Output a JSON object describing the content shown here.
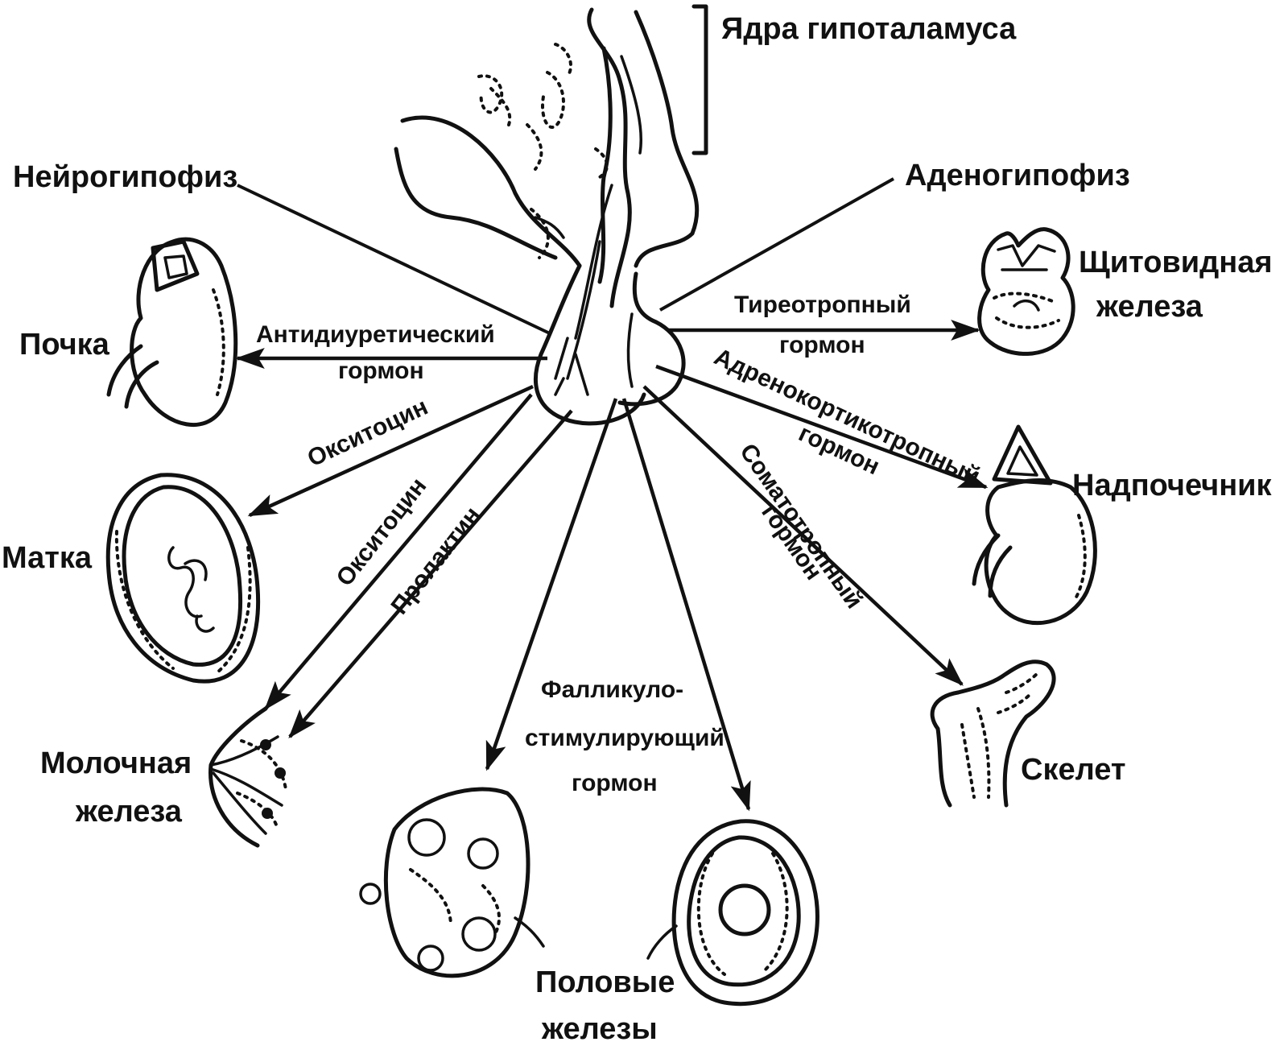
{
  "parts": {
    "hypothalamus_nuclei": "Ядра гипоталамуса",
    "neurohypophysis": "Нейрогипофиз",
    "adenohypophysis": "Аденогипофиз"
  },
  "organs": {
    "kidney": "Почка",
    "uterus": "Матка",
    "mammary_line1": "Молочная",
    "mammary_line2": "железа",
    "gonads_line1": "Половые",
    "gonads_line2": "железы",
    "thyroid_line1": "Щитовидная",
    "thyroid_line2": "железа",
    "adrenal": "Надпочечник",
    "skeleton": "Скелет"
  },
  "hormones": {
    "adh_line1": "Антидиуретический",
    "adh_line2": "гормон",
    "oxytocin_uterus": "Окситоцин",
    "oxytocin_mammary": "Окситоцин",
    "prolactin": "Пролактин",
    "fsh_line1": "Фалликуло-",
    "fsh_line2": "стимулирующий",
    "fsh_line3": "гормон",
    "tsh_line1": "Тиреотропный",
    "tsh_line2": "гормон",
    "acth_line1": "Адренокортикотропный",
    "acth_line2": "гормон",
    "gh_line1": "Соматотропный",
    "gh_line2": "гормон"
  }
}
